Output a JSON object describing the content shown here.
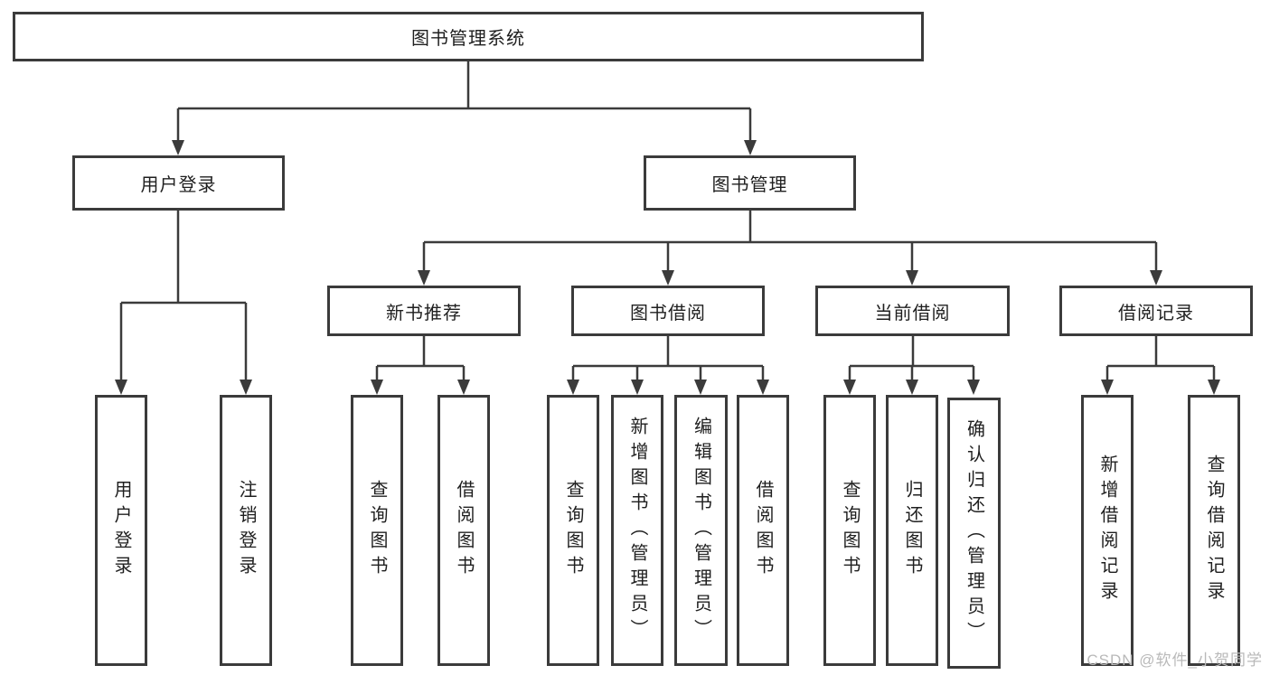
{
  "diagram": {
    "root": "图书管理系统",
    "branches": [
      {
        "label": "用户登录",
        "children": [
          "用户登录",
          "注销登录"
        ]
      },
      {
        "label": "图书管理",
        "sections": [
          {
            "label": "新书推荐",
            "children": [
              "查询图书",
              "借阅图书"
            ]
          },
          {
            "label": "图书借阅",
            "children": [
              "查询图书",
              "新增图书（管理员）",
              "编辑图书（管理员）",
              "借阅图书"
            ]
          },
          {
            "label": "当前借阅",
            "children": [
              "查询图书",
              "归还图书",
              "确认归还（管理员）"
            ]
          },
          {
            "label": "借阅记录",
            "children": [
              "新增借阅记录",
              "查询借阅记录"
            ]
          }
        ]
      }
    ]
  },
  "watermark": "CSDN @软件_小贺同学",
  "colors": {
    "line": "#3b3b3b",
    "text": "#1f1f1f",
    "watermark": "#b9b9b9",
    "background": "#ffffff"
  }
}
